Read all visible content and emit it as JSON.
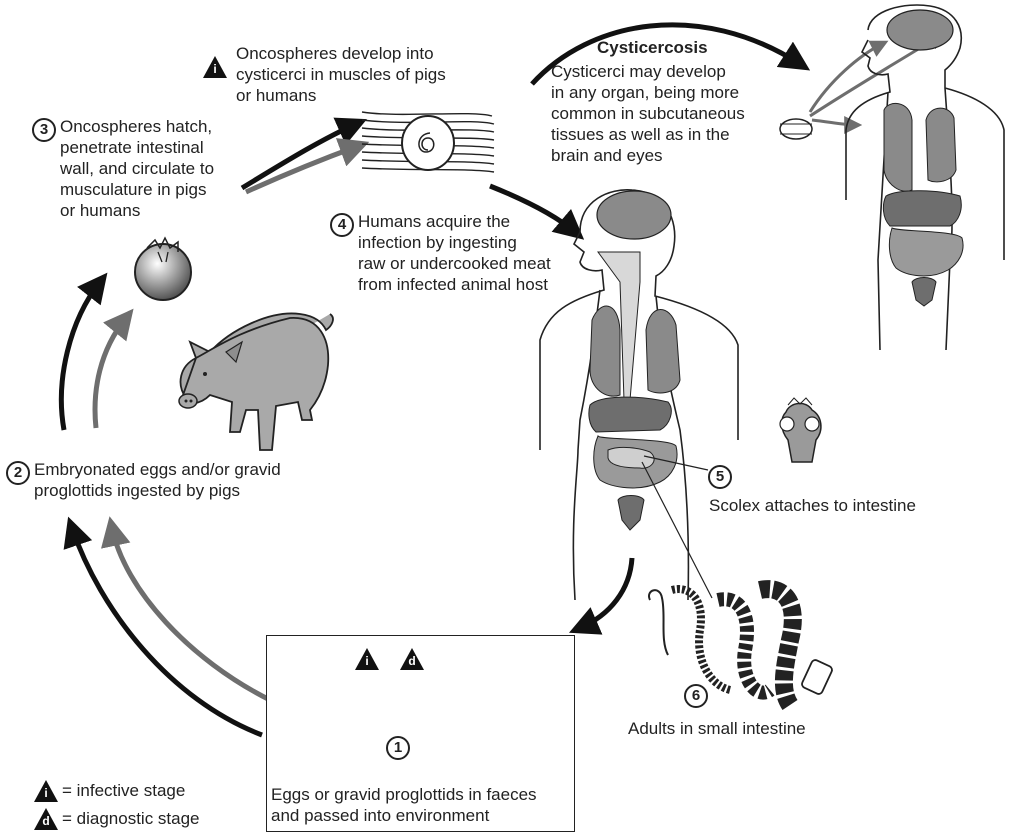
{
  "stage3": {
    "number": "3",
    "lines": [
      "Oncospheres hatch,",
      "penetrate intestinal",
      "wall, and circulate to",
      "musculature in pigs",
      "or humans"
    ]
  },
  "muscle_note": {
    "lines": [
      "Oncospheres develop into",
      "cysticerci in muscles of pigs",
      "or humans"
    ]
  },
  "cysticercosis": {
    "title": "Cysticercosis",
    "lines": [
      "Cysticerci may develop",
      "in any organ, being more",
      "common in subcutaneous",
      "tissues as well as in the",
      "brain and eyes"
    ]
  },
  "stage4": {
    "number": "4",
    "lines": [
      "Humans acquire the",
      "infection by ingesting",
      "raw or undercooked meat",
      "from infected animal host"
    ]
  },
  "stage2": {
    "number": "2",
    "lines": [
      "Embryonated eggs and/or gravid",
      "proglottids ingested by pigs"
    ]
  },
  "stage5": {
    "number": "5",
    "label": "Scolex attaches to intestine"
  },
  "stage6": {
    "number": "6",
    "label": "Adults in small intestine"
  },
  "stage1": {
    "number": "1",
    "lines": [
      "Eggs or gravid proglottids in faeces",
      "and passed into environment"
    ]
  },
  "legend": {
    "infective_symbol": "i",
    "infective_label": "= infective stage",
    "diagnostic_symbol": "d",
    "diagnostic_label": "= diagnostic stage"
  },
  "colors": {
    "human_cycle": "#111111",
    "pig_cycle": "#6e6e6e",
    "organ_fill": "#7a7a7a",
    "pig_fill": "#a9a9a9"
  }
}
